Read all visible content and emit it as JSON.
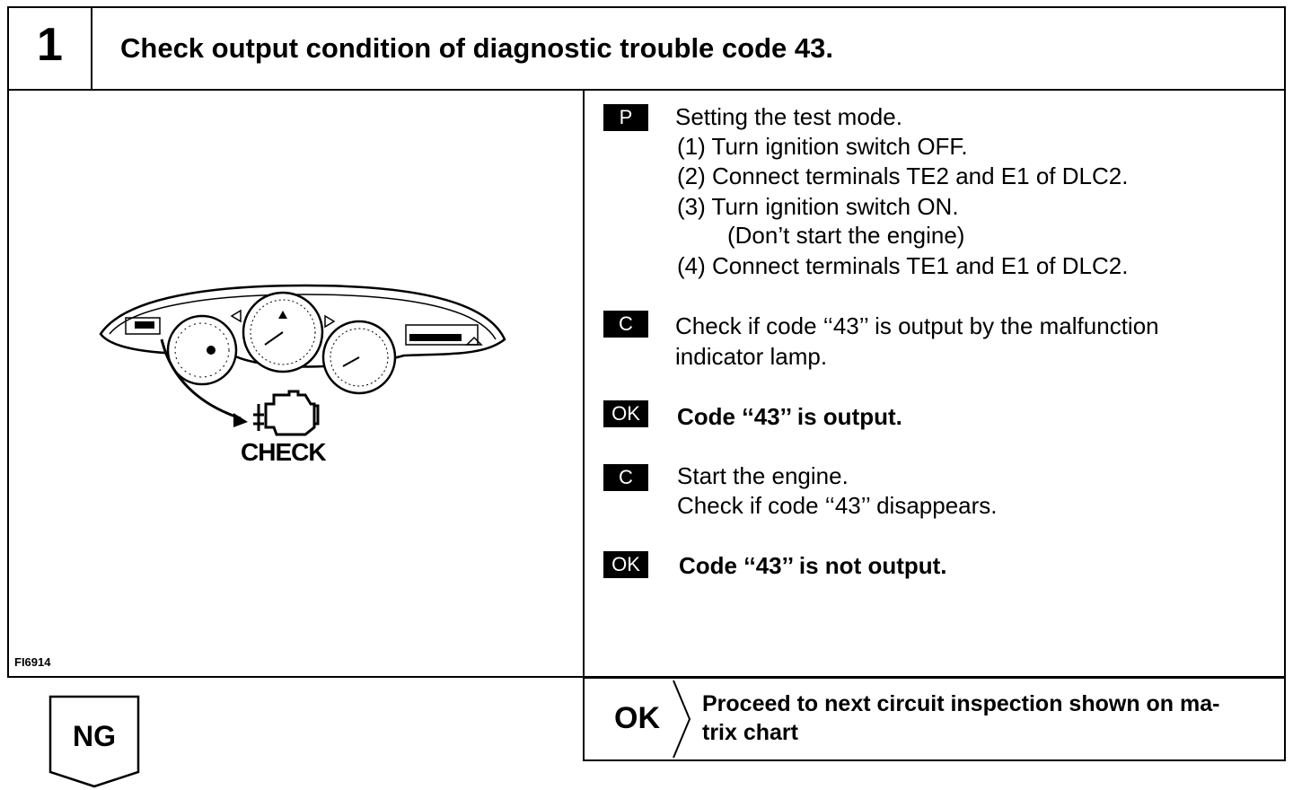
{
  "header": {
    "step_number": "1",
    "title": "Check output condition of diagnostic trouble code 43."
  },
  "figure": {
    "label": "CHECK",
    "figure_id": "FI6914"
  },
  "steps": {
    "p_badge": "P",
    "p_title": "Setting the test mode.",
    "p_items": [
      "(1)  Turn ignition switch OFF.",
      "(2)  Connect terminals TE2 and E1 of DLC2.",
      "(3)  Turn ignition switch ON.",
      "(Don’t start the engine)",
      "(4)  Connect terminals TE1 and E1 of DLC2."
    ],
    "c1_badge": "C",
    "c1_line1": "Check if code ‘‘43’’ is output by the malfunction",
    "c1_line2": "indicator lamp.",
    "ok1_badge": "OK",
    "ok1_text": "Code ‘‘43’’ is output.",
    "c2_badge": "C",
    "c2_line1": "Start the engine.",
    "c2_line2": "Check if code ‘‘43’’ disappears.",
    "ok2_badge": "OK",
    "ok2_text": "Code ‘‘43’’ is not output."
  },
  "result_ok": {
    "label": "OK",
    "line1": "Proceed to next circuit inspection shown on ma-",
    "line2": "trix chart"
  },
  "result_ng": {
    "label": "NG"
  }
}
